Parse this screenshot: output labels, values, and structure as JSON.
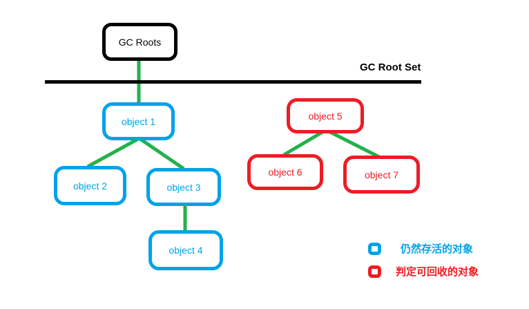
{
  "diagram": {
    "root_set_label": "GC Root Set",
    "nodes": {
      "gc_roots": {
        "label": "GC Roots"
      },
      "object1": {
        "label": "object 1"
      },
      "object2": {
        "label": "object 2"
      },
      "object3": {
        "label": "object 3"
      },
      "object4": {
        "label": "object 4"
      },
      "object5": {
        "label": "object 5"
      },
      "object6": {
        "label": "object 6"
      },
      "object7": {
        "label": "object 7"
      }
    },
    "legend": {
      "alive_label": "仍然存活的对象",
      "collectable_label": "判定可回收的对象"
    },
    "colors": {
      "alive": "#00A2E8",
      "collectable": "#ED1C24",
      "edge": "#22B14C",
      "root": "#000000"
    }
  }
}
